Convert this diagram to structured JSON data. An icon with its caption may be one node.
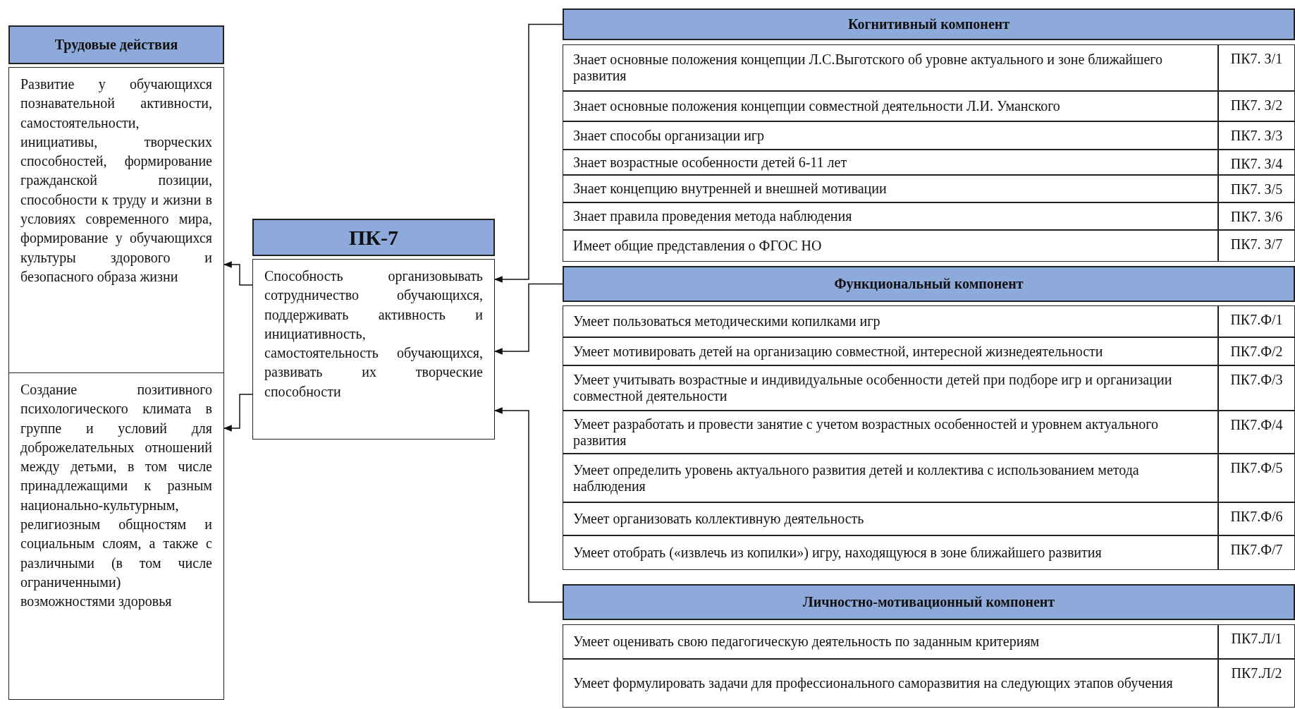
{
  "diagram": {
    "nodes": [
      {
        "text": [
          "Трудовые действия"
        ]
      },
      {
        "text": [
          "Развитие у обучающихся познавательной активности, самостоятельности, инициативы, творческих способностей, формирование гражданской позиции, способности к труду и жизни в условиях современного мира, формирование у обучающихся культуры здорового и безопасного образа жизни"
        ]
      },
      {
        "text": [
          "Создание позитивного психологического климата в группе и условий для доброжелательных отношений между детьми, в том числе принадлежащими к разным национально-культурным, религиозным общностям и социальным слоям, а также с различными (в том числе ограниченными) возможностями здоровья"
        ]
      },
      {
        "text": [
          "ПК-7"
        ]
      },
      {
        "text": [
          "Способность организовывать сотрудничество обучающихся, поддерживать активность и инициативность, самостоятельность обучающихся, развивать их творческие способности"
        ]
      },
      {
        "text": [
          "Когнитивный компонент"
        ]
      },
      {
        "text": [
          "Знает основные положения концепции Л.С.Выготского об уровне актуального и зоне ближайшего развития"
        ]
      },
      {
        "text": [
          "ПК7. З/1"
        ]
      },
      {
        "text": [
          "Знает основные положения концепции совместной деятельности Л.И. Уманского"
        ]
      },
      {
        "text": [
          "ПК7. З/2"
        ]
      },
      {
        "text": [
          "Знает способы организации игр"
        ]
      },
      {
        "text": [
          "ПК7. З/3"
        ]
      },
      {
        "text": [
          "Знает возрастные особенности детей 6-11 лет"
        ]
      },
      {
        "text": [
          "ПК7. З/4"
        ]
      },
      {
        "text": [
          "Знает концепцию внутренней и внешней мотивации"
        ]
      },
      {
        "text": [
          "ПК7. З/5"
        ]
      },
      {
        "text": [
          "Знает правила проведения метода наблюдения"
        ]
      },
      {
        "text": [
          "ПК7. З/6"
        ]
      },
      {
        "text": [
          "Имеет общие представления о ФГОС НО"
        ]
      },
      {
        "text": [
          "ПК7. З/7"
        ]
      },
      {
        "text": [
          "Функциональный компонент"
        ]
      },
      {
        "text": [
          "Умеет пользоваться методическими копилками игр"
        ]
      },
      {
        "text": [
          "ПК7.Ф/1"
        ]
      },
      {
        "text": [
          "Умеет мотивировать детей на организацию совместной, интересной жизнедеятельности"
        ]
      },
      {
        "text": [
          "ПК7.Ф/2"
        ]
      },
      {
        "text": [
          "Умеет учитывать возрастные и индивидуальные особенности детей при подборе игр и организации совместной деятельности"
        ]
      },
      {
        "text": [
          "ПК7.Ф/3"
        ]
      },
      {
        "text": [
          "Умеет разработать и провести занятие с учетом возрастных особенностей и уровнем актуального развития"
        ]
      },
      {
        "text": [
          "ПК7.Ф/4"
        ]
      },
      {
        "text": [
          "Умеет определить уровень актуального развития детей и коллектива с использованием метода наблюдения"
        ]
      },
      {
        "text": [
          "ПК7.Ф/5"
        ]
      },
      {
        "text": [
          "Умеет организовать коллективную деятельность"
        ]
      },
      {
        "text": [
          "ПК7.Ф/6"
        ]
      },
      {
        "text": [
          "Умеет отобрать («извлечь из копилки») игру, находящуюся в зоне ближайшего развития"
        ]
      },
      {
        "text": [
          "ПК7.Ф/7"
        ]
      },
      {
        "text": [
          "Личностно-мотивационный компонент"
        ]
      },
      {
        "text": [
          "Умеет оценивать свою педагогическую деятельность по заданным критериям"
        ]
      },
      {
        "text": [
          "ПК7.Л/1"
        ]
      },
      {
        "text": [
          "Умеет формулировать задачи для профессионального саморазвития на следующих этапов обучения"
        ]
      },
      {
        "text": [
          "ПК7.Л/2"
        ]
      }
    ],
    "edges": [
      {
        "from": 4,
        "to": 1,
        "arrow": "to"
      },
      {
        "from": 4,
        "to": 2,
        "arrow": "to"
      },
      {
        "from": 5,
        "to": 4,
        "arrow": "to"
      },
      {
        "from": 20,
        "to": 4,
        "arrow": "to"
      },
      {
        "from": 35,
        "to": 4,
        "arrow": "to"
      }
    ]
  }
}
